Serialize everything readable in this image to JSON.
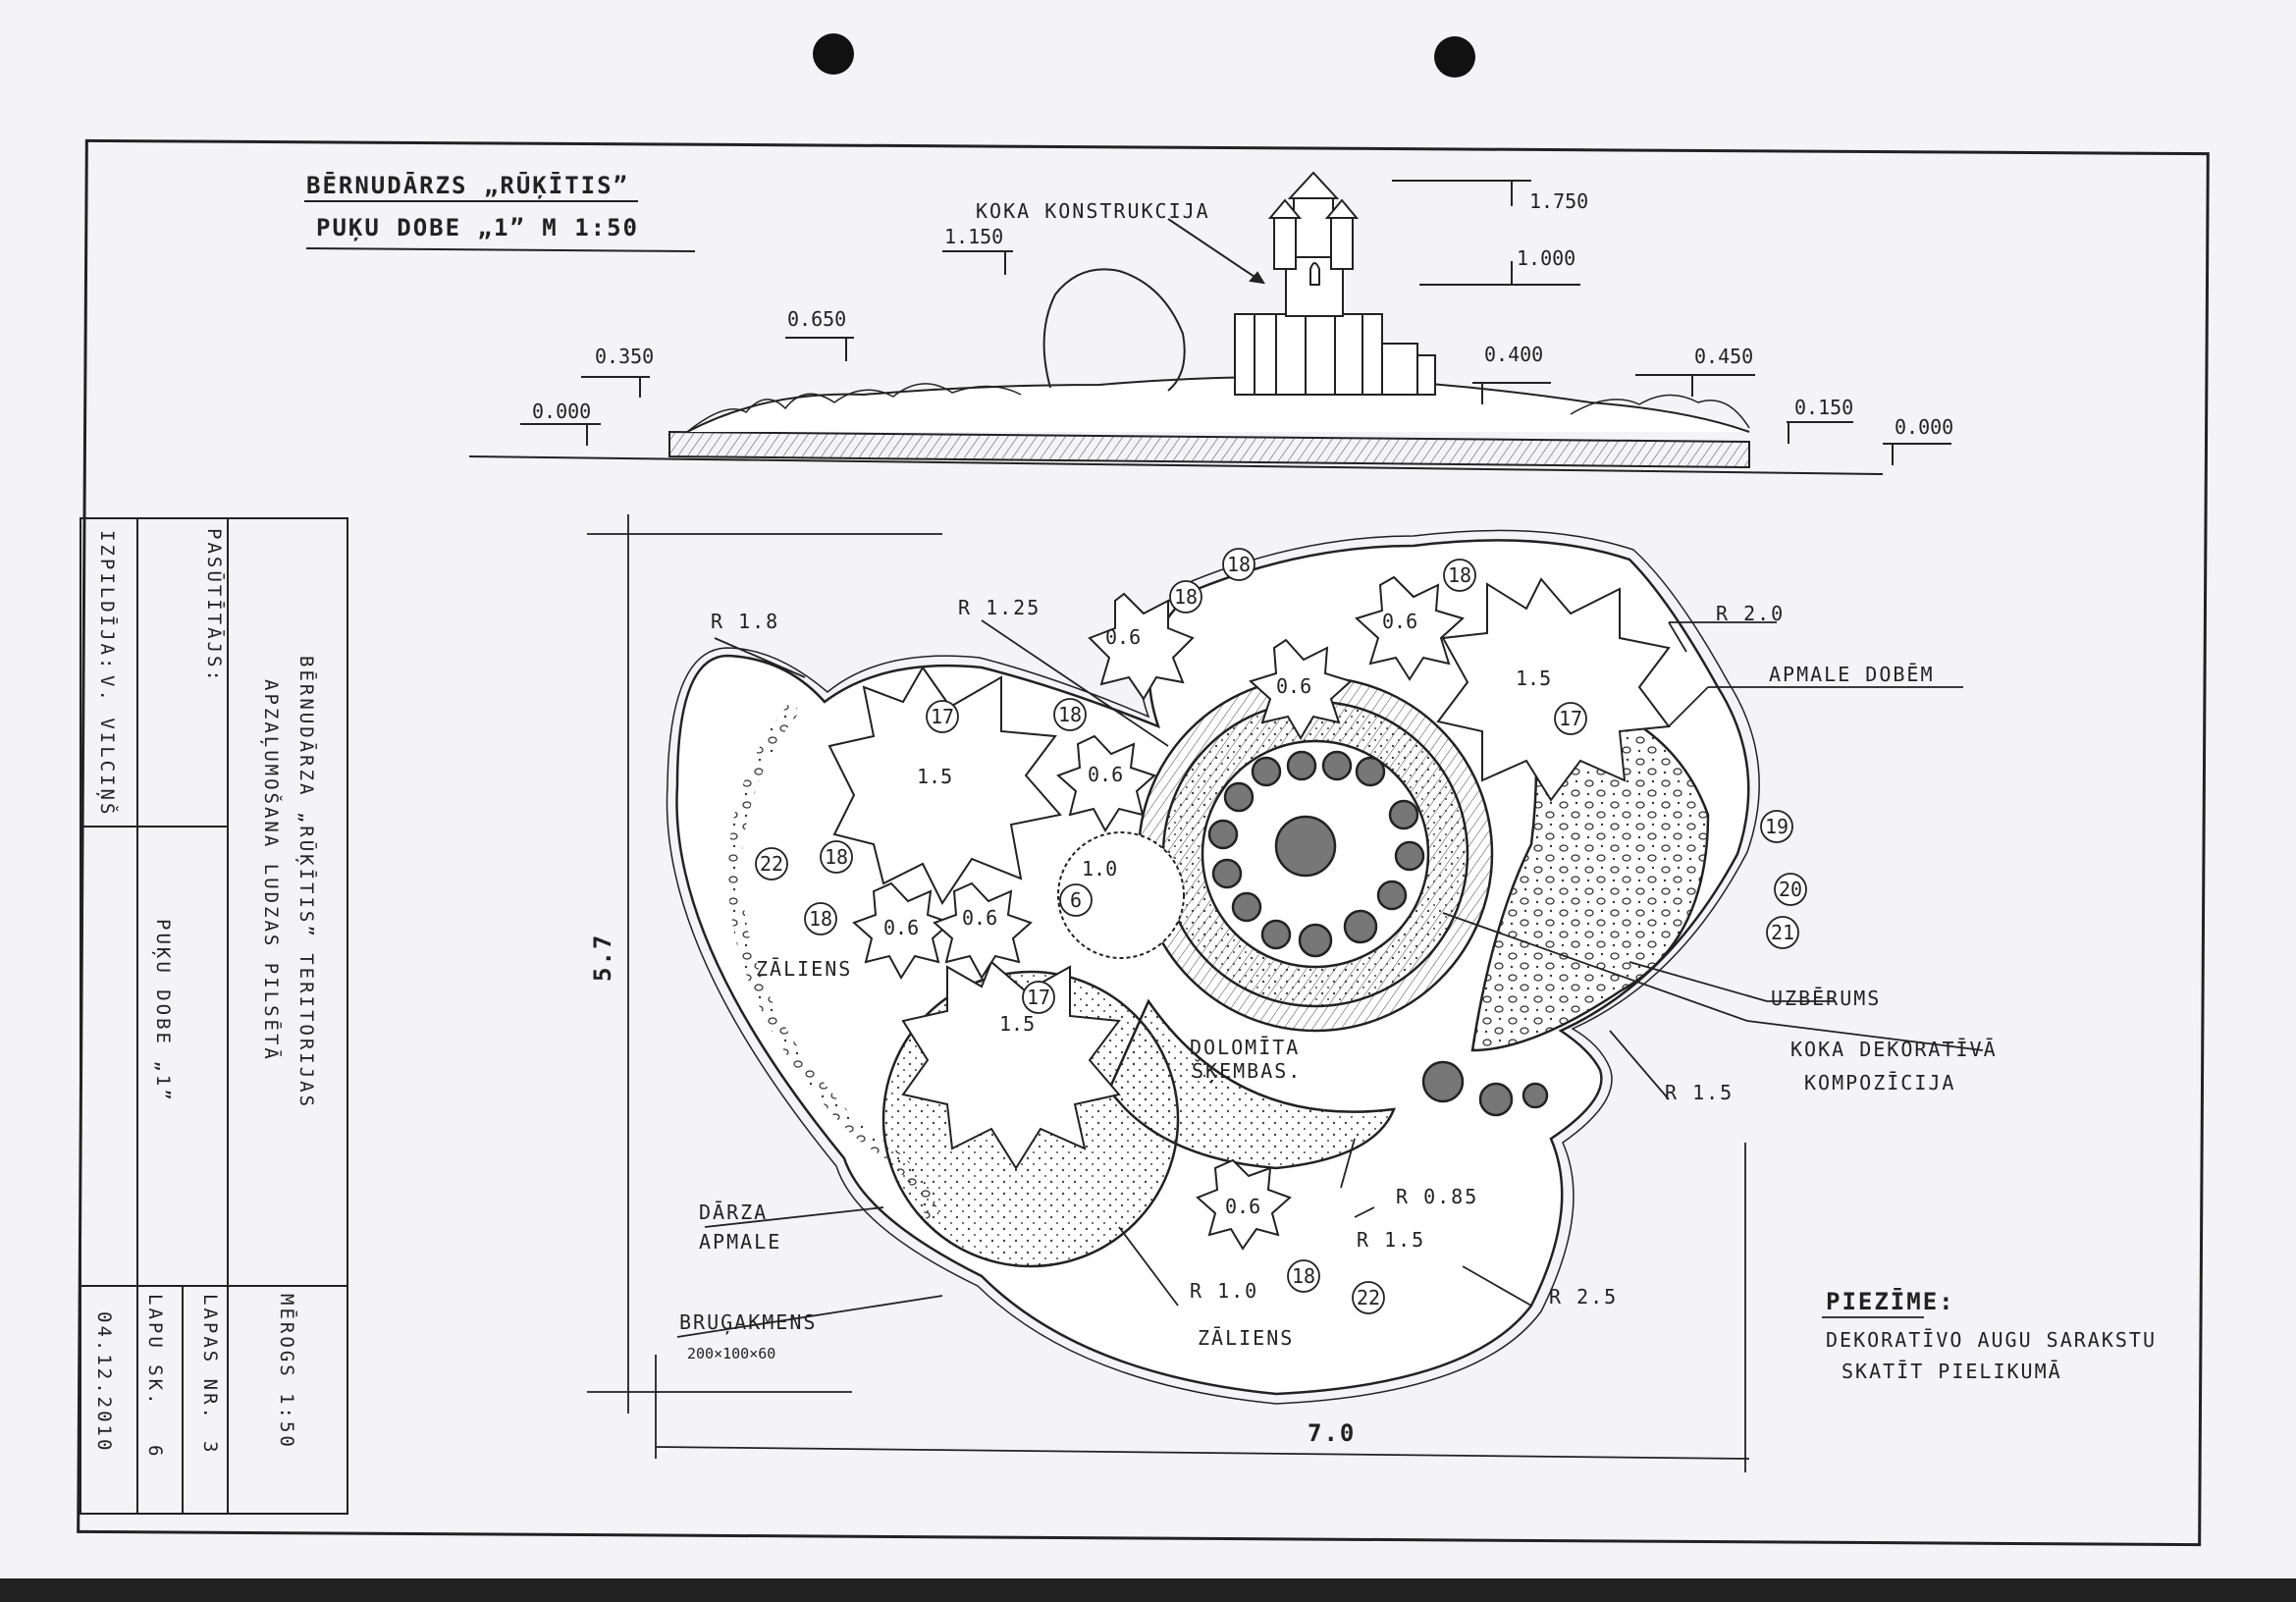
{
  "header": {
    "title_line1": "BĒRNUDĀRZS „RŪĶĪTIS”",
    "title_line2": "PUĶU DOBE „1”    M 1:50"
  },
  "elevation": {
    "structure_label": "KOKA KONSTRUKCIJA",
    "levels": [
      "0.000",
      "0.350",
      "0.650",
      "1.150",
      "1.750",
      "1.000",
      "0.400",
      "0.450",
      "0.150",
      "0.000"
    ]
  },
  "plan": {
    "radius_labels": [
      "R 1.8",
      "R 1.25",
      "R 2.0",
      "R 1.5",
      "R 0.85",
      "R 1.5",
      "R 1.0",
      "R 2.5"
    ],
    "annotations": {
      "border_bed": "APMALE DOBĒM",
      "fill": "UZBĒRUMS",
      "wood_comp_1": "KOKA DEKORATĪVĀ",
      "wood_comp_2": "KOMPOZĪCIJA",
      "lawn_1": "ZĀLIENS",
      "lawn_2": "ZĀLIENS",
      "dolomite_1": "DOLOMĪTA",
      "dolomite_2": "ŠĶEMBAS.",
      "garden_border_1": "DĀRZA",
      "garden_border_2": "APMALE",
      "paving_1": "BRUĢAKMENS",
      "paving_2": "200×100×60"
    },
    "dim_height": "5.7",
    "dim_width": "7.0",
    "plant_heights": [
      "1.5",
      "1.5",
      "1.5",
      "1.0",
      "0.6",
      "0.6",
      "0.6",
      "0.6",
      "0.6",
      "0.6",
      "0.6"
    ],
    "plant_numbers": [
      "17",
      "17",
      "17",
      "18",
      "18",
      "18",
      "18",
      "18",
      "18",
      "18",
      "6",
      "22",
      "22",
      "19",
      "20",
      "21"
    ]
  },
  "note": {
    "title": "PIEZĪME:",
    "line1": "DEKORATĪVO AUGU SARAKSTU",
    "line2": "SKATĪT PIELIKUMĀ"
  },
  "title_block": {
    "ordered_by_label": "PASŪTĪTĀJS:",
    "performed_by_label": "IZPILDĪJA:",
    "performer": "V. VILCIŅŠ",
    "project_line1": "BĒRNUDĀRZA „RŪĶĪTIS” TERITORIJAS",
    "project_line2": "APZAĻUMOŠANA   LUDZAS PILSĒTĀ",
    "drawing": "PUĶU DOBE „1”",
    "scale": "MĒROGS 1:50",
    "sheet_no_label": "LAPAS NR.",
    "sheet_no": "3",
    "sheet_count_label": "LAPU SK.",
    "sheet_count": "6",
    "date": "04.12.2010"
  }
}
